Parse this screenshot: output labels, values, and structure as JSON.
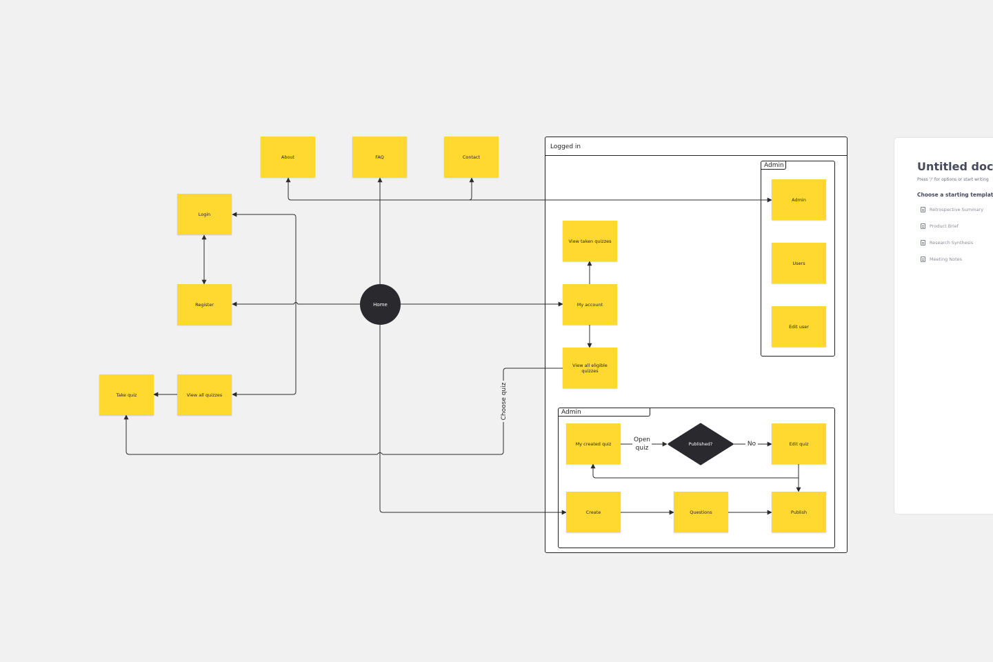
{
  "frames": {
    "logged_in": "Logged in",
    "admin_users": "Admin",
    "admin_quiz": "Admin"
  },
  "nodes": {
    "about": "About",
    "faq": "FAQ",
    "contact": "Contact",
    "login": "Login",
    "register": "Register",
    "home": "Home",
    "take_quiz": "Take quiz",
    "view_all_quizzes": "View all quizzes",
    "view_taken_quizzes": "View taken quizzes",
    "my_account": "My account",
    "view_all_eligible_quizzes": "View all eligible quizzes",
    "admin": "Admin",
    "users": "Users",
    "edit_user": "Edit user",
    "my_created_quiz": "My created quiz",
    "published": "Published?",
    "edit_quiz": "Edit quiz",
    "create": "Create",
    "questions": "Questions",
    "publish": "Publish"
  },
  "edge_labels": {
    "choose_quiz": "Choose quiz",
    "open_quiz": "Open quiz",
    "no": "No"
  },
  "doc_panel": {
    "title": "Untitled doc",
    "hint": "Press '/' for options or start writing",
    "choose_template": "Choose a starting template",
    "templates": [
      "Retrospective Summary",
      "Product Brief",
      "Research Synthesis",
      "Meeting Notes"
    ]
  },
  "colors": {
    "canvas": "#f1f1f1",
    "sticky_note": "#ffd92f",
    "dark_shape": "#2a2a2e",
    "line": "#2b2b2b"
  }
}
